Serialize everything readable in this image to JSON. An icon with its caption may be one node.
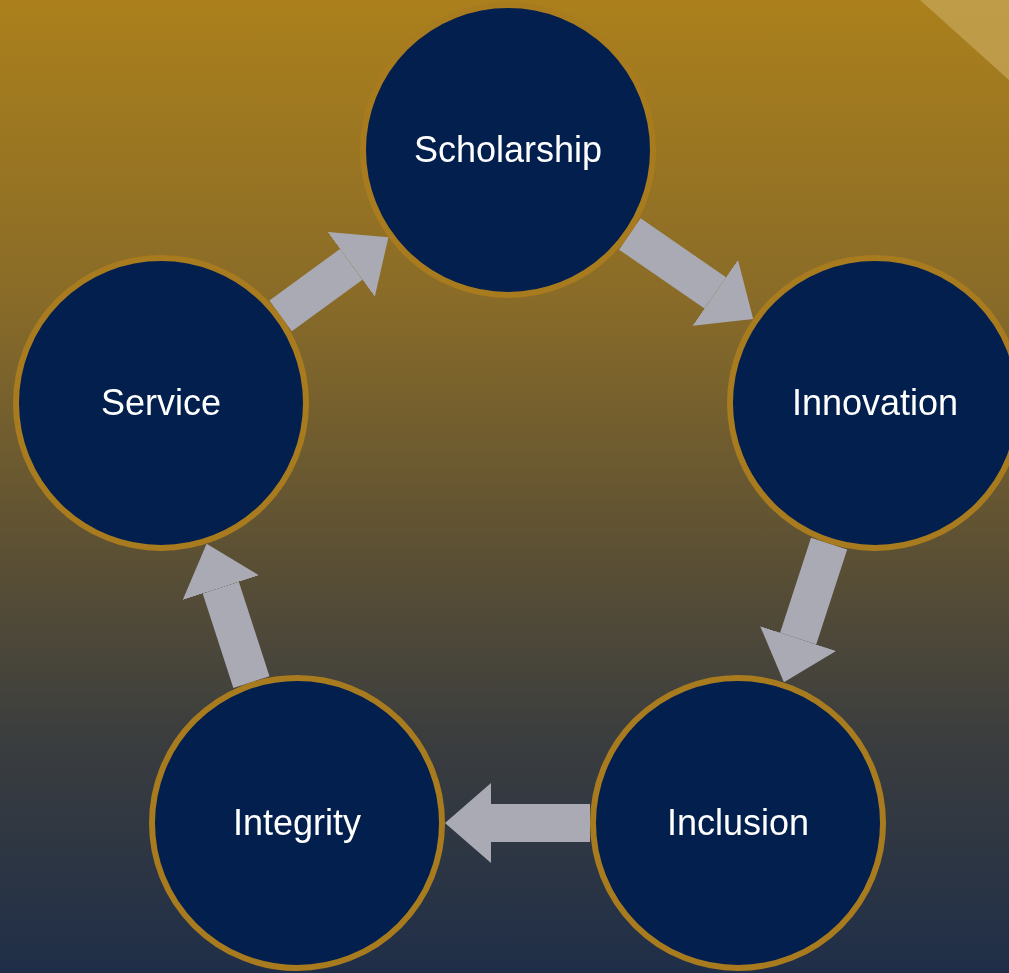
{
  "diagram": {
    "nodes": [
      {
        "text": [
          "Scholarship"
        ]
      },
      {
        "text": [
          "Innovation"
        ]
      },
      {
        "text": [
          "Inclusion"
        ]
      },
      {
        "text": [
          "Integrity"
        ]
      },
      {
        "text": [
          "Service"
        ]
      }
    ],
    "edges": [
      {
        "from": 0,
        "to": 1,
        "arrow": "to"
      },
      {
        "from": 1,
        "to": 2,
        "arrow": "to"
      },
      {
        "from": 2,
        "to": 3,
        "arrow": "to"
      },
      {
        "from": 3,
        "to": 4,
        "arrow": "to"
      },
      {
        "from": 4,
        "to": 0,
        "arrow": "to"
      }
    ]
  }
}
